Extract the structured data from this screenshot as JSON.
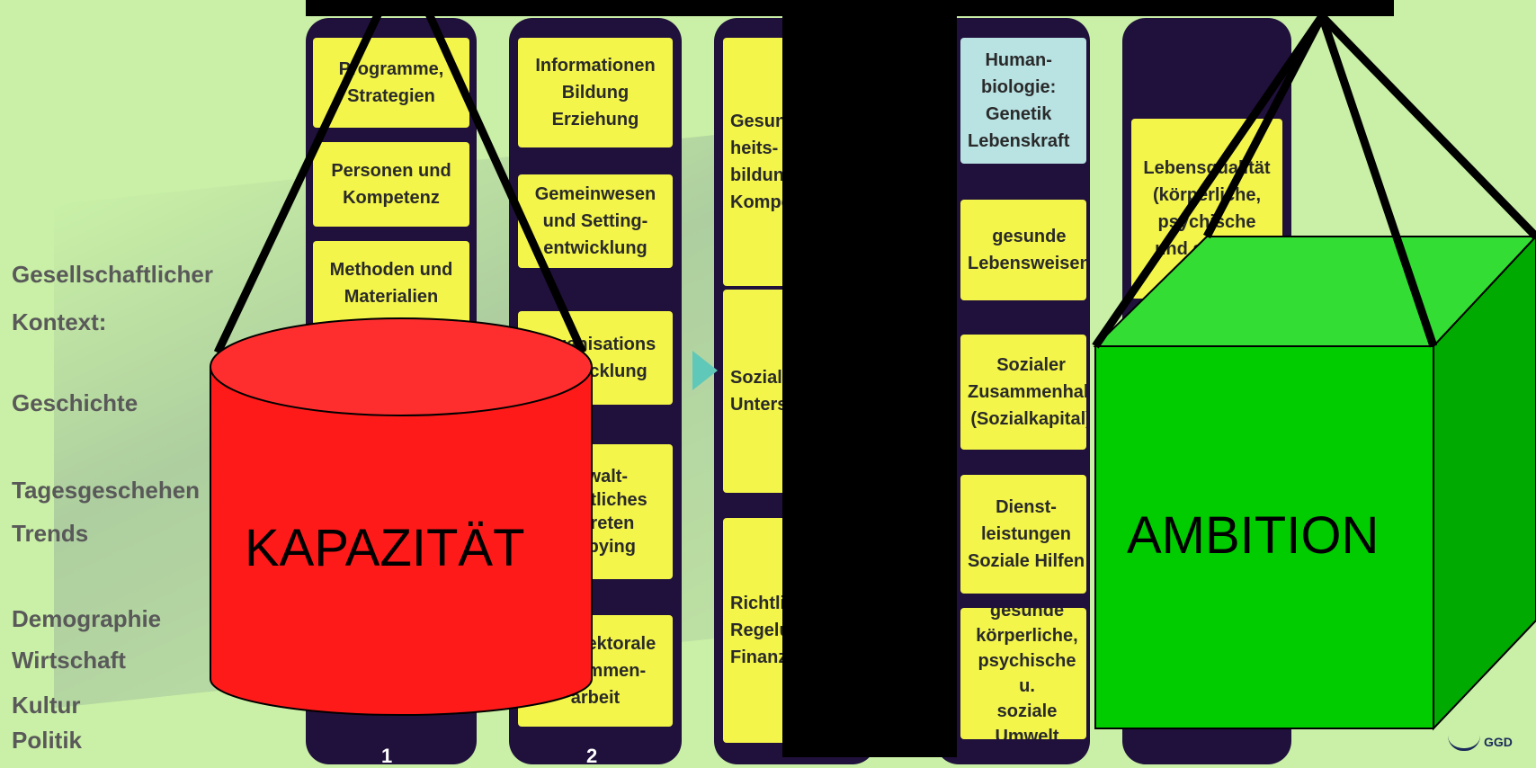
{
  "context": {
    "lines": [
      "Gesellschaftlicher",
      "Kontext:",
      "Geschichte",
      "Tagesgeschehen",
      "Trends",
      "Demographie",
      "Wirtschaft",
      "Kultur",
      "Politik"
    ]
  },
  "columns": {
    "col1": {
      "boxes": [
        "Programme,\nStrategien",
        "Personen und\nKompetenz",
        "Methoden und\nMaterialien"
      ],
      "number": "1"
    },
    "col2": {
      "boxes": [
        "Informationen\nBildung\nErziehung",
        "Gemeinwesen\nund Setting-\nentwicklung",
        "Organisations\nentwicklung",
        "Anwalt-\nschaftliches\nVertreten\nLobbying",
        "Multisektorale\nZusammen-\narbeit"
      ],
      "number": "2"
    },
    "col3": {
      "boxes": [
        "Gesund-\nheits-\nbildung\nKompetenz",
        "Soziale\nUnterstützung",
        "Richtlinien\nRegelungen\nFinanzierung"
      ]
    },
    "col5": {
      "boxes": [
        "Human-\nbiologie:\nGenetik\nLebenskraft",
        "gesunde\nLebensweisen",
        "Sozialer\nZusammenhalt\n(Sozialkapital)",
        "Dienst-\nleistungen\nSoziale Hilfen",
        "gesunde\nkörperliche,\npsychische u.\nsoziale Umwelt"
      ]
    },
    "col6": {
      "boxes": [
        "Lebensqualität\n(körperliche,\npsychische\nund soziale)"
      ]
    }
  },
  "scale": {
    "left_label": "KAPAZITÄT",
    "right_label": "AMBITION"
  },
  "logo": {
    "text": "GGD"
  },
  "colors": {
    "background": "#c9f0a6",
    "column": "#20103c",
    "box": "#f3f54a",
    "box_blue": "#b9e2e3",
    "cylinder": "#ff1a1a",
    "cube": "#00cc00"
  }
}
